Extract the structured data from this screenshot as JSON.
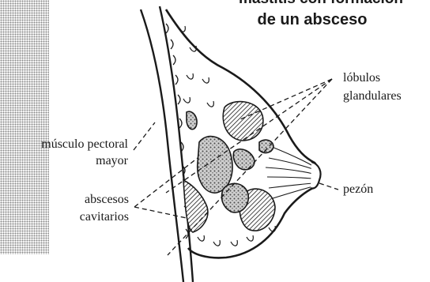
{
  "title_line_1": "mastitis con formación",
  "title_line_2": "de un absceso",
  "labels": {
    "pectoral_1": "músculo pectoral",
    "pectoral_2": "mayor",
    "abscesos_1": "abscesos",
    "abscesos_2": "cavitarios",
    "lobulos_1": "lóbulos",
    "lobulos_2": "glandulares",
    "pezon": "pezón"
  },
  "colors": {
    "ink": "#1a1a1a",
    "background": "#ffffff",
    "halftone": "#8a8a8a"
  }
}
